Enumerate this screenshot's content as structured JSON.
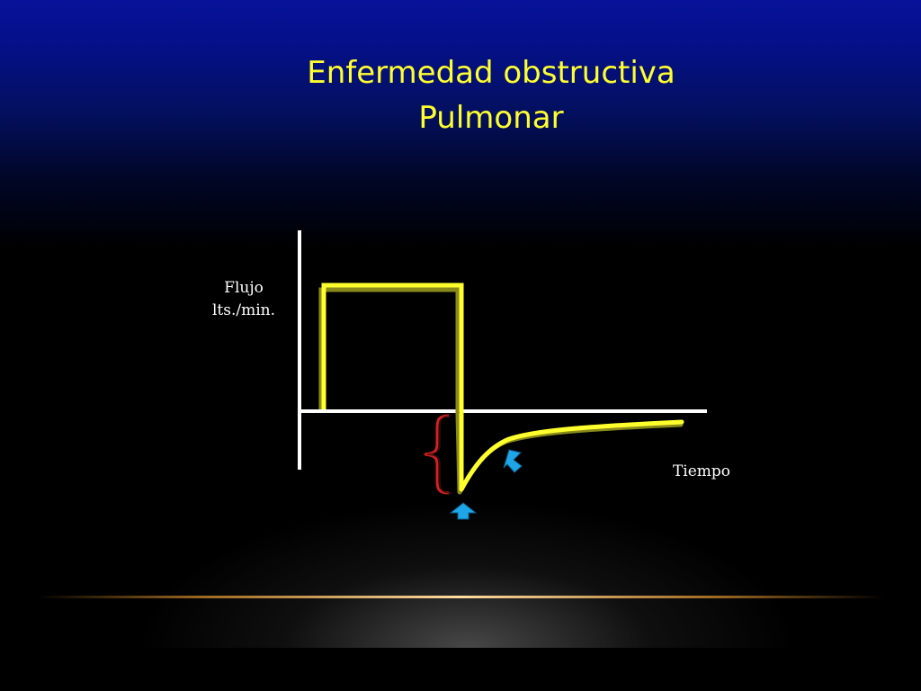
{
  "slide": {
    "title_lines": [
      "Enfermedad obstructiva",
      "Pulmonar"
    ],
    "y_axis_label_lines": [
      "Flujo",
      "lts./min."
    ],
    "x_axis_label": "Tiempo"
  },
  "colors": {
    "title": "#ffff2e",
    "waveform": "#ffff2e",
    "waveform_shadow": "#8a8a1a",
    "axes": "#ffffff",
    "bracket": "#d42020",
    "arrows": "#1fa6e8",
    "background_top": "#07129a",
    "background_bottom": "#000000",
    "bottom_line": "#ffdca0"
  },
  "icons": [
    "curly-brace-bracket-icon",
    "up-arrow-icon",
    "diagonal-arrow-icon"
  ]
}
